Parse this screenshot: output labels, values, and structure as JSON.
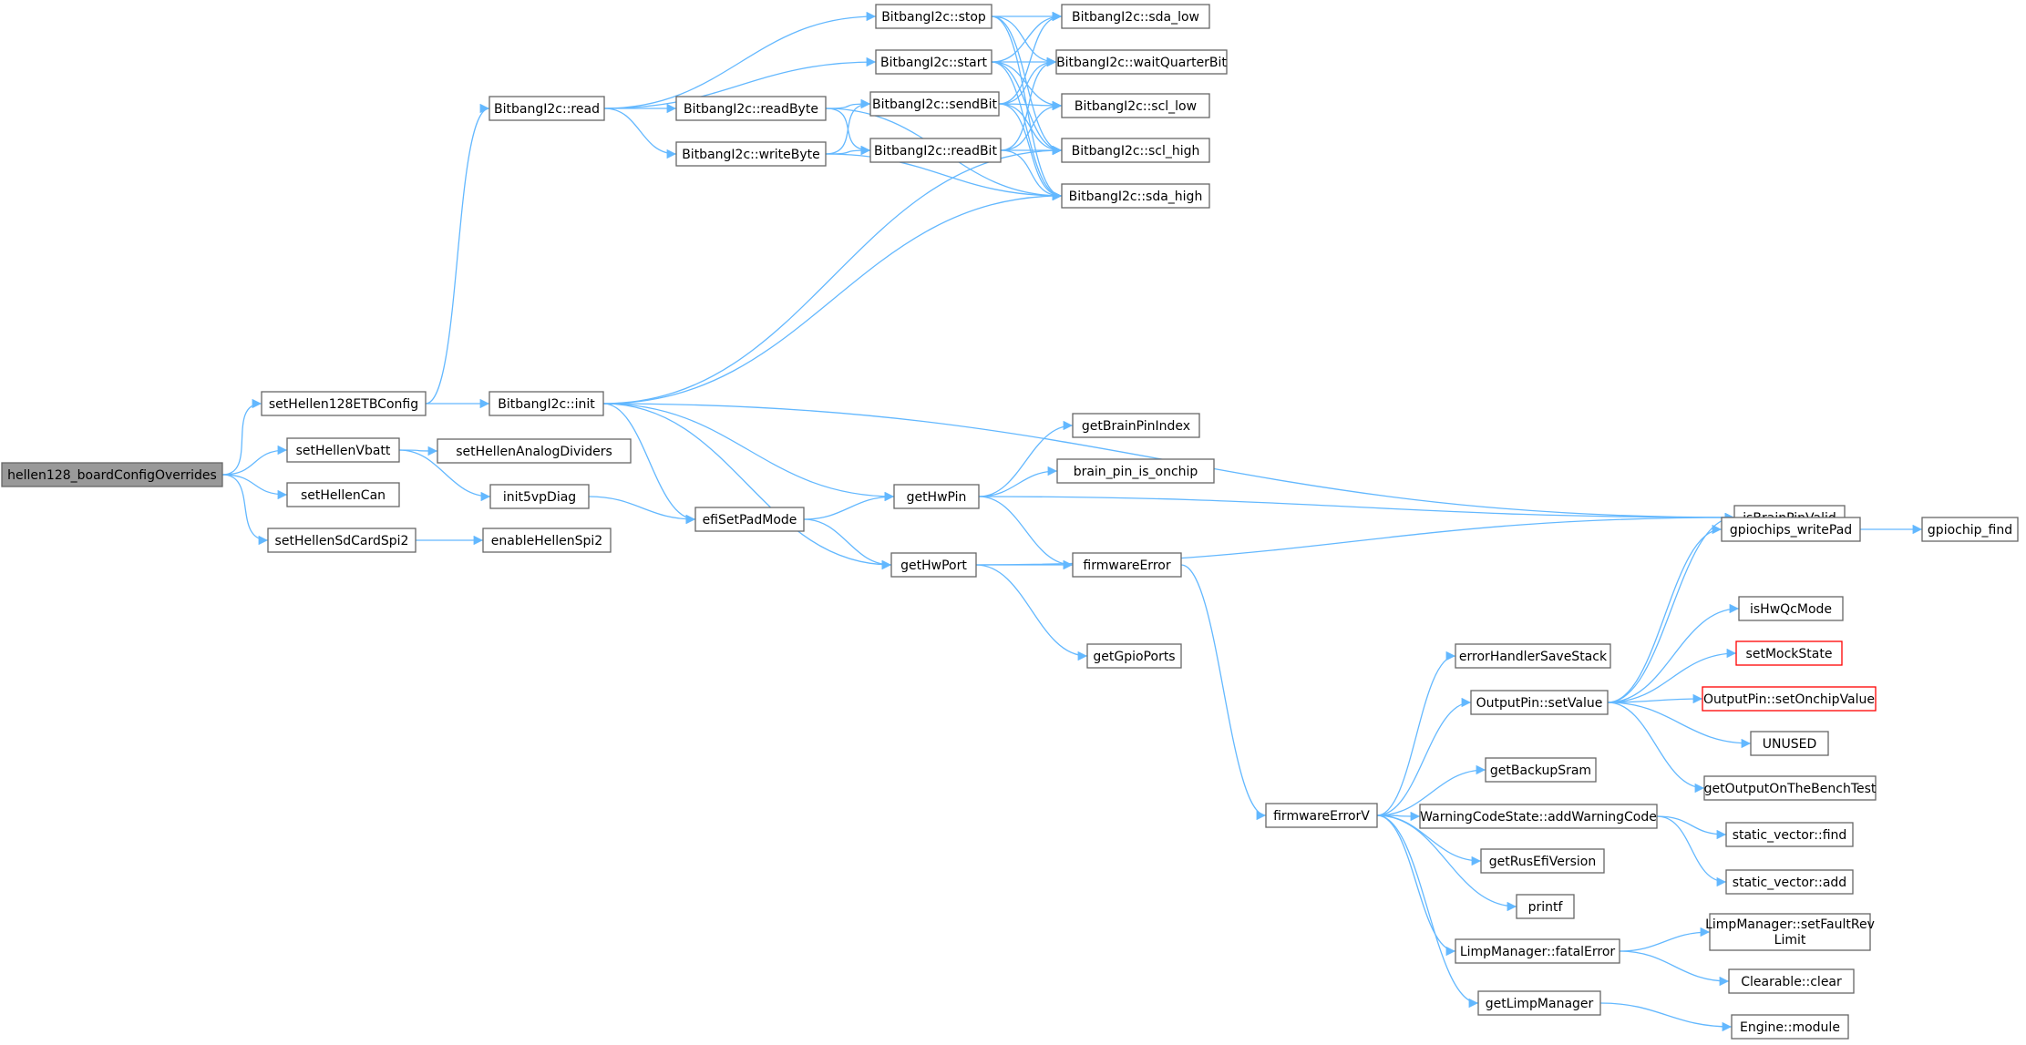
{
  "graph": {
    "title": "",
    "colors": {
      "edge": "#63b8ff",
      "node_border": "#666666",
      "root_fill": "#999999",
      "missing_border": "#ff0000"
    },
    "nodes": [
      {
        "id": "root",
        "label": "hellen128_boardConfigOverrides",
        "kind": "root"
      },
      {
        "id": "etb",
        "label": "setHellen128ETBConfig"
      },
      {
        "id": "vbatt",
        "label": "setHellenVbatt"
      },
      {
        "id": "can",
        "label": "setHellenCan"
      },
      {
        "id": "sd",
        "label": "setHellenSdCardSpi2"
      },
      {
        "id": "read",
        "label": "BitbangI2c::read"
      },
      {
        "id": "init",
        "label": "BitbangI2c::init"
      },
      {
        "id": "analog",
        "label": "setHellenAnalogDividers"
      },
      {
        "id": "diag",
        "label": "init5vpDiag"
      },
      {
        "id": "spi2",
        "label": "enableHellenSpi2"
      },
      {
        "id": "readByte",
        "label": "BitbangI2c::readByte"
      },
      {
        "id": "writeByte",
        "label": "BitbangI2c::writeByte"
      },
      {
        "id": "stop",
        "label": "BitbangI2c::stop"
      },
      {
        "id": "start",
        "label": "BitbangI2c::start"
      },
      {
        "id": "sendBit",
        "label": "BitbangI2c::sendBit"
      },
      {
        "id": "readBit",
        "label": "BitbangI2c::readBit"
      },
      {
        "id": "sdaLow",
        "label": "BitbangI2c::sda_low"
      },
      {
        "id": "wait",
        "label": "BitbangI2c::waitQuarterBit"
      },
      {
        "id": "sclLow",
        "label": "BitbangI2c::scl_low"
      },
      {
        "id": "sclHigh",
        "label": "BitbangI2c::scl_high"
      },
      {
        "id": "sdaHigh",
        "label": "BitbangI2c::sda_high"
      },
      {
        "id": "efiPad",
        "label": "efiSetPadMode"
      },
      {
        "id": "hwPin",
        "label": "getHwPin"
      },
      {
        "id": "hwPort",
        "label": "getHwPort"
      },
      {
        "id": "brainIdx",
        "label": "getBrainPinIndex"
      },
      {
        "id": "onchip",
        "label": "brain_pin_is_onchip"
      },
      {
        "id": "fwErr",
        "label": "firmwareError"
      },
      {
        "id": "gpioPorts",
        "label": "getGpioPorts"
      },
      {
        "id": "isValid",
        "label": "isBrainPinValid"
      },
      {
        "id": "fwErrV",
        "label": "firmwareErrorV"
      },
      {
        "id": "saveStack",
        "label": "errorHandlerSaveStack"
      },
      {
        "id": "setValue",
        "label": "OutputPin::setValue"
      },
      {
        "id": "backup",
        "label": "getBackupSram"
      },
      {
        "id": "addWarn",
        "label": "WarningCodeState::addWarningCode"
      },
      {
        "id": "rusefi",
        "label": "getRusEfiVersion"
      },
      {
        "id": "printf",
        "label": "printf"
      },
      {
        "id": "fatal",
        "label": "LimpManager::fatalError"
      },
      {
        "id": "limpMgr",
        "label": "getLimpManager"
      },
      {
        "id": "writePad",
        "label": "gpiochips_writePad"
      },
      {
        "id": "gpioFind",
        "label": "gpiochip_find"
      },
      {
        "id": "hwqc",
        "label": "isHwQcMode"
      },
      {
        "id": "mock",
        "label": "setMockState",
        "kind": "missing"
      },
      {
        "id": "onchipVal",
        "label": "OutputPin::setOnchipValue",
        "kind": "missing"
      },
      {
        "id": "unused",
        "label": "UNUSED"
      },
      {
        "id": "bench",
        "label": "getOutputOnTheBenchTest"
      },
      {
        "id": "vfind",
        "label": "static_vector::find"
      },
      {
        "id": "vadd",
        "label": "static_vector::add"
      },
      {
        "id": "faultRev",
        "label": "LimpManager::setFaultRev",
        "label2": "Limit"
      },
      {
        "id": "clear",
        "label": "Clearable::clear"
      },
      {
        "id": "module",
        "label": "Engine::module"
      }
    ],
    "edges": [
      [
        "root",
        "etb"
      ],
      [
        "root",
        "vbatt"
      ],
      [
        "root",
        "can"
      ],
      [
        "root",
        "sd"
      ],
      [
        "etb",
        "read"
      ],
      [
        "etb",
        "init"
      ],
      [
        "vbatt",
        "analog"
      ],
      [
        "vbatt",
        "diag"
      ],
      [
        "sd",
        "spi2"
      ],
      [
        "read",
        "stop"
      ],
      [
        "read",
        "start"
      ],
      [
        "read",
        "readByte"
      ],
      [
        "read",
        "writeByte"
      ],
      [
        "readByte",
        "sendBit"
      ],
      [
        "readByte",
        "readBit"
      ],
      [
        "readByte",
        "sdaHigh"
      ],
      [
        "writeByte",
        "sendBit"
      ],
      [
        "writeByte",
        "readBit"
      ],
      [
        "writeByte",
        "sdaHigh"
      ],
      [
        "stop",
        "sdaLow"
      ],
      [
        "stop",
        "wait"
      ],
      [
        "stop",
        "sclHigh"
      ],
      [
        "stop",
        "sdaHigh"
      ],
      [
        "start",
        "sdaLow"
      ],
      [
        "start",
        "wait"
      ],
      [
        "start",
        "sclLow"
      ],
      [
        "start",
        "sclHigh"
      ],
      [
        "start",
        "sdaHigh"
      ],
      [
        "sendBit",
        "sdaLow"
      ],
      [
        "sendBit",
        "wait"
      ],
      [
        "sendBit",
        "sclLow"
      ],
      [
        "sendBit",
        "sclHigh"
      ],
      [
        "sendBit",
        "sdaHigh"
      ],
      [
        "readBit",
        "wait"
      ],
      [
        "readBit",
        "sclLow"
      ],
      [
        "readBit",
        "sclHigh"
      ],
      [
        "readBit",
        "sdaHigh"
      ],
      [
        "init",
        "sclHigh"
      ],
      [
        "init",
        "sdaHigh"
      ],
      [
        "init",
        "isValid"
      ],
      [
        "init",
        "hwPin"
      ],
      [
        "init",
        "efiPad"
      ],
      [
        "init",
        "hwPort"
      ],
      [
        "diag",
        "efiPad"
      ],
      [
        "efiPad",
        "hwPin"
      ],
      [
        "efiPad",
        "hwPort"
      ],
      [
        "hwPin",
        "brainIdx"
      ],
      [
        "hwPin",
        "onchip"
      ],
      [
        "hwPin",
        "isValid"
      ],
      [
        "hwPin",
        "fwErr"
      ],
      [
        "hwPort",
        "fwErr"
      ],
      [
        "hwPort",
        "isValid"
      ],
      [
        "hwPort",
        "gpioPorts"
      ],
      [
        "fwErr",
        "fwErrV"
      ],
      [
        "fwErrV",
        "saveStack"
      ],
      [
        "fwErrV",
        "setValue"
      ],
      [
        "fwErrV",
        "backup"
      ],
      [
        "fwErrV",
        "addWarn"
      ],
      [
        "fwErrV",
        "rusefi"
      ],
      [
        "fwErrV",
        "printf"
      ],
      [
        "fwErrV",
        "fatal"
      ],
      [
        "fwErrV",
        "limpMgr"
      ],
      [
        "setValue",
        "isValid"
      ],
      [
        "setValue",
        "writePad"
      ],
      [
        "setValue",
        "hwqc"
      ],
      [
        "setValue",
        "mock"
      ],
      [
        "setValue",
        "onchipVal"
      ],
      [
        "setValue",
        "unused"
      ],
      [
        "setValue",
        "bench"
      ],
      [
        "writePad",
        "gpioFind"
      ],
      [
        "addWarn",
        "vfind"
      ],
      [
        "addWarn",
        "vadd"
      ],
      [
        "fatal",
        "faultRev"
      ],
      [
        "fatal",
        "clear"
      ],
      [
        "limpMgr",
        "module"
      ]
    ]
  }
}
